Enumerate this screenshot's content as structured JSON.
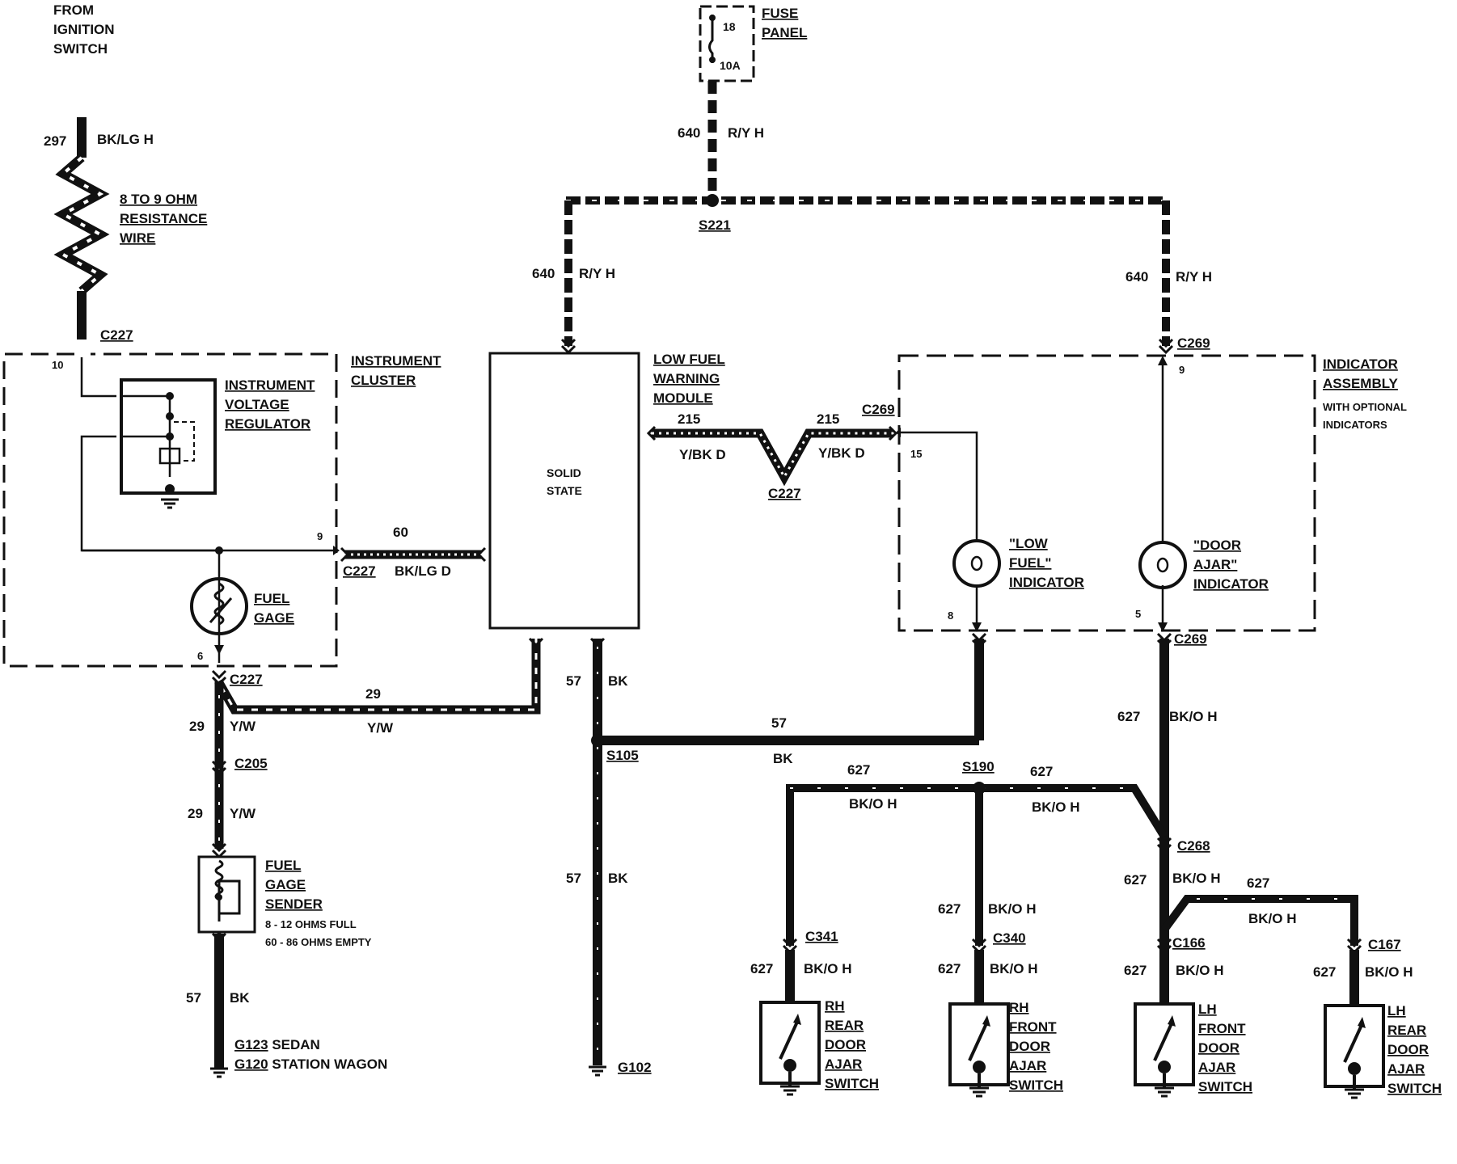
{
  "ignition": [
    "FROM",
    "IGNITION",
    "SWITCH"
  ],
  "wire297": {
    "num": "297",
    "color": "BK/LG H"
  },
  "resistance_wire": [
    "8 TO 9 OHM",
    "RESISTANCE",
    "WIRE"
  ],
  "fuse_panel": {
    "fuse_num": "18",
    "amps": "10A",
    "label": [
      "FUSE",
      "PANEL"
    ]
  },
  "wire640": {
    "num": "640",
    "color": "R/Y H"
  },
  "splice_s221": "S221",
  "connectors": {
    "c227": "C227",
    "c269": "C269",
    "c205": "C205",
    "c268": "C268",
    "c341": "C341",
    "c340": "C340",
    "c166": "C166",
    "c167": "C167"
  },
  "instrument_cluster": [
    "INSTRUMENT",
    "CLUSTER"
  ],
  "voltage_regulator": [
    "INSTRUMENT",
    "VOLTAGE",
    "REGULATOR"
  ],
  "fuel_gage": [
    "FUEL",
    "GAGE"
  ],
  "pins": {
    "p10": "10",
    "p9": "9",
    "p6": "6",
    "p15": "15",
    "p8": "8",
    "p5": "5",
    "p9b": "9"
  },
  "wire60": {
    "num": "60",
    "color": "BK/LG D"
  },
  "low_fuel_module": [
    "LOW FUEL",
    "WARNING",
    "MODULE"
  ],
  "solid_state": [
    "SOLID",
    "STATE"
  ],
  "wire215": {
    "num": "215",
    "color": "Y/BK D"
  },
  "indicator_assembly": [
    "INDICATOR",
    "ASSEMBLY",
    "WITH OPTIONAL",
    "INDICATORS"
  ],
  "low_fuel_indicator": [
    "\"LOW",
    "FUEL\"",
    "INDICATOR"
  ],
  "door_ajar_indicator": [
    "\"DOOR",
    "AJAR\"",
    "INDICATOR"
  ],
  "wire29": {
    "num": "29",
    "color": "Y/W"
  },
  "wire57": {
    "num": "57",
    "color": "BK"
  },
  "splice_s105": "S105",
  "splice_s190": "S190",
  "wire627": {
    "num": "627",
    "color": "BK/O H"
  },
  "fuel_sender": {
    "label": [
      "FUEL",
      "GAGE",
      "SENDER"
    ],
    "spec": [
      "8 - 12 OHMS FULL",
      "60 - 86 OHMS EMPTY"
    ]
  },
  "grounds": {
    "g123": "G123",
    "g123_text": " SEDAN",
    "g120": "G120",
    "g120_text": " STATION WAGON",
    "g102": "G102"
  },
  "switches": {
    "rh_rear": [
      "RH",
      "REAR",
      "DOOR",
      "AJAR",
      "SWITCH"
    ],
    "rh_front": [
      "RH",
      "FRONT",
      "DOOR",
      "AJAR",
      "SWITCH"
    ],
    "lh_front": [
      "LH",
      "FRONT",
      "DOOR",
      "AJAR",
      "SWITCH"
    ],
    "lh_rear": [
      "LH",
      "REAR",
      "DOOR",
      "AJAR",
      "SWITCH"
    ]
  }
}
